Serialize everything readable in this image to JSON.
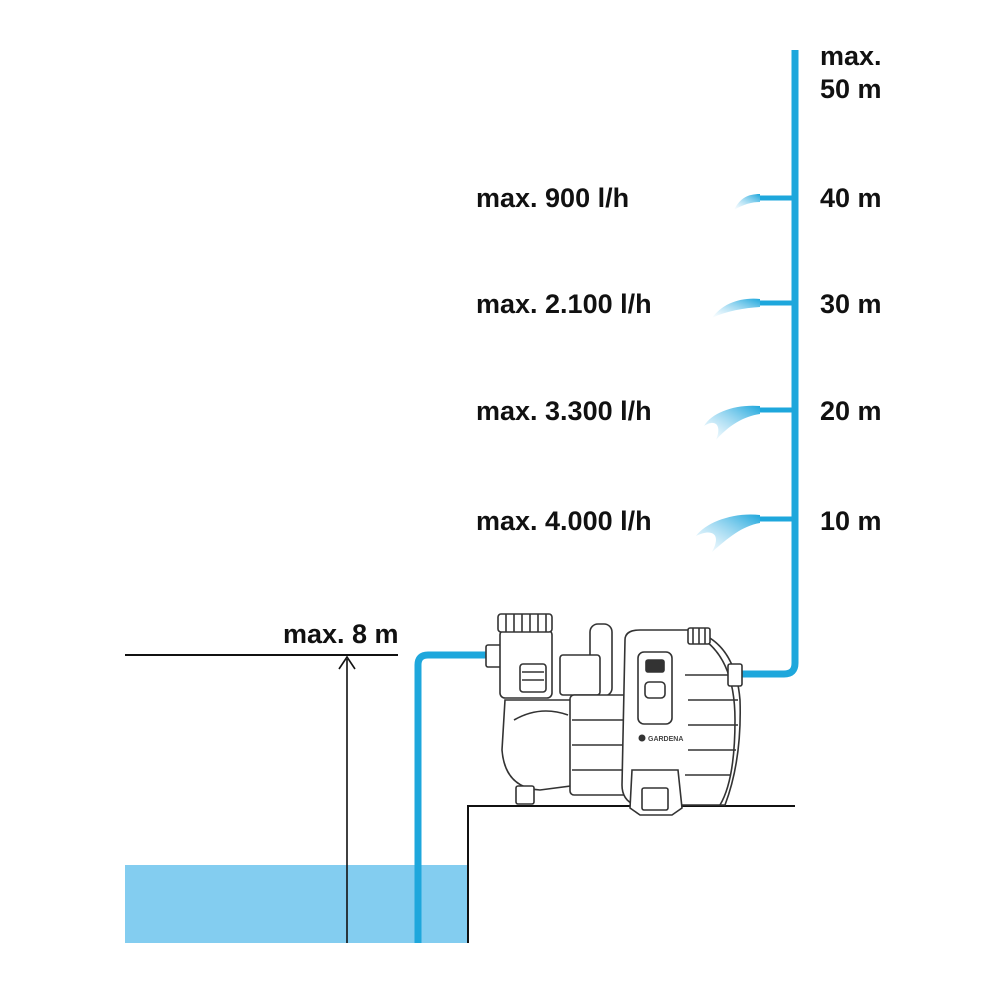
{
  "suction": {
    "label": "max. 8 m"
  },
  "riser": {
    "top_label_line1": "max.",
    "top_label_line2": "50 m"
  },
  "outlets": [
    {
      "flow": "max. 900 l/h",
      "height": "40 m"
    },
    {
      "flow": "max. 2.100 l/h",
      "height": "30 m"
    },
    {
      "flow": "max. 3.300 l/h",
      "height": "20 m"
    },
    {
      "flow": "max. 4.000 l/h",
      "height": "10 m"
    }
  ],
  "pump": {
    "brand": "GARDENA"
  },
  "colors": {
    "pipe": "#1ea7dc",
    "water": "#83cdf0",
    "line": "#111111",
    "pump_outline": "#333333"
  }
}
